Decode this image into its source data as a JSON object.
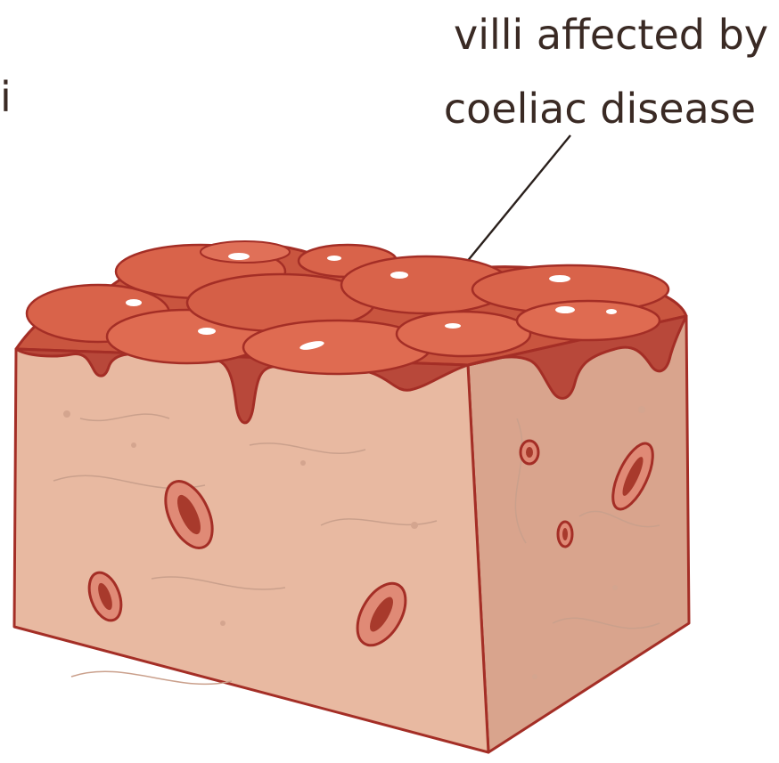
{
  "labels": {
    "cut_off_left": "i",
    "villi_line1": "villi affected by",
    "villi_line2": "coeliac disease"
  },
  "colors": {
    "tissue_front": "#e8b9a1",
    "tissue_side": "#d9a48d",
    "outline": "#a42e26",
    "villus_fill": "#d9634a",
    "villus_dark": "#a8412f",
    "vessel_fill": "#d46c5a",
    "vessel_core": "#a83a2c",
    "text": "#3a2a24"
  }
}
